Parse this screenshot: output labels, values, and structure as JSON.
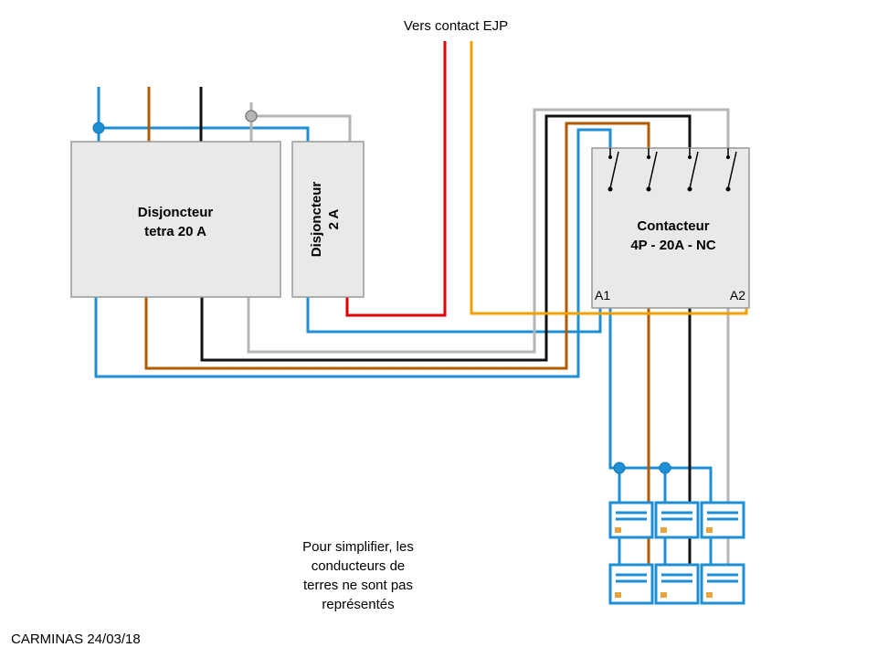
{
  "title": "Vers contact EJP",
  "colors": {
    "blue": "#1E8FD5",
    "brown": "#B35900",
    "black": "#111111",
    "gray": "#B5B5B5",
    "red": "#E00000",
    "orange": "#F0A000",
    "box_fill": "#E9E9E9",
    "box_border": "#999999",
    "module_blue": "#1E8FD5",
    "module_accent": "#E8A33D"
  },
  "components": {
    "breaker_tetra": {
      "label_line1": "Disjoncteur",
      "label_line2": "tetra  20 A"
    },
    "breaker_2a": {
      "label_line1": "Disjoncteur",
      "label_line2": "2 A"
    },
    "contactor": {
      "label_line1": "Contacteur",
      "label_line2": "4P - 20A - NC",
      "terminal_left": "A1",
      "terminal_right": "A2"
    }
  },
  "caption": {
    "lines": [
      "Pour simplifier, les",
      "conducteurs de",
      "terres ne sont pas",
      "représentés"
    ]
  },
  "footer": "CARMINAS 24/03/18"
}
